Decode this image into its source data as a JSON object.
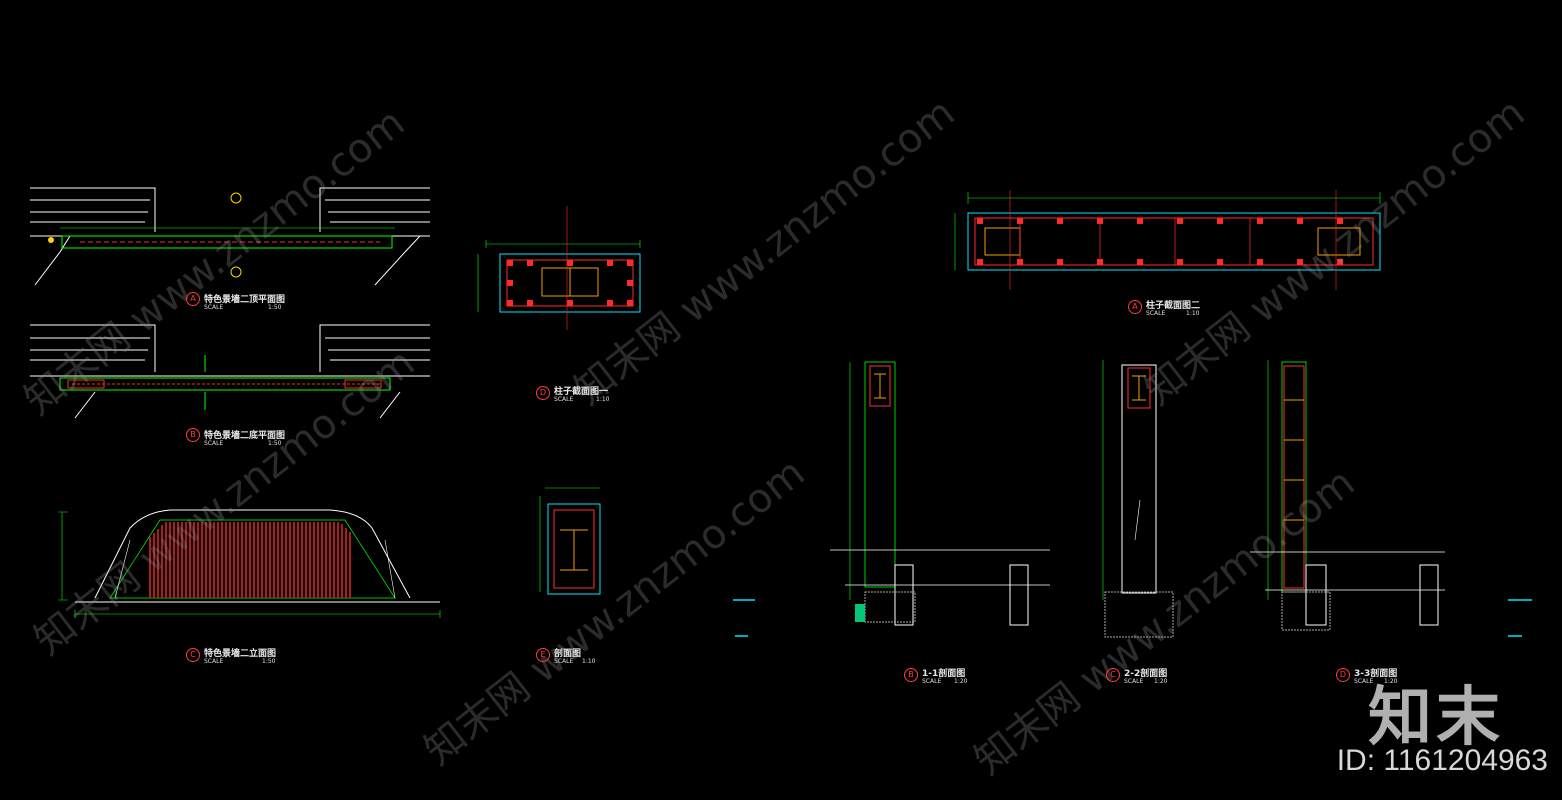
{
  "colors": {
    "background": "#000000",
    "line": "#ffffff",
    "dim": "#00ff00",
    "section": "#ff2a2a",
    "steel": "#f0a000",
    "accent": "#00e5ff"
  },
  "titles": {
    "a_plan_top": {
      "tag": "A",
      "text": "特色景墙二顶平面图",
      "scale_label": "SCALE",
      "scale_value": "1:50"
    },
    "b_plan_bottom": {
      "tag": "B",
      "text": "特色景墙二底平面图",
      "scale_label": "SCALE",
      "scale_value": "1:50"
    },
    "c_elevation": {
      "tag": "C",
      "text": "特色景墙二立面图",
      "scale_label": "SCALE",
      "scale_value": "1:50"
    },
    "d_col_section": {
      "tag": "D",
      "text": "柱子截面图一",
      "scale_label": "SCALE",
      "scale_value": "1:10"
    },
    "e_section": {
      "tag": "E",
      "text": "剖面图",
      "scale_label": "SCALE",
      "scale_value": "1:10"
    },
    "a_col_section2": {
      "tag": "A",
      "text": "柱子截面图二",
      "scale_label": "SCALE",
      "scale_value": "1:10"
    },
    "b_section11": {
      "tag": "B",
      "text": "1-1剖面图",
      "scale_label": "SCALE",
      "scale_value": "1:20"
    },
    "c_section22": {
      "tag": "C",
      "text": "2-2剖面图",
      "scale_label": "SCALE",
      "scale_value": "1:20"
    },
    "d_section33": {
      "tag": "D",
      "text": "3-3剖面图",
      "scale_label": "SCALE",
      "scale_value": "1:20"
    }
  },
  "brand": {
    "logo": "知末",
    "id": "ID: 1161204963",
    "watermark": "知末网 www.znzmo.com"
  }
}
